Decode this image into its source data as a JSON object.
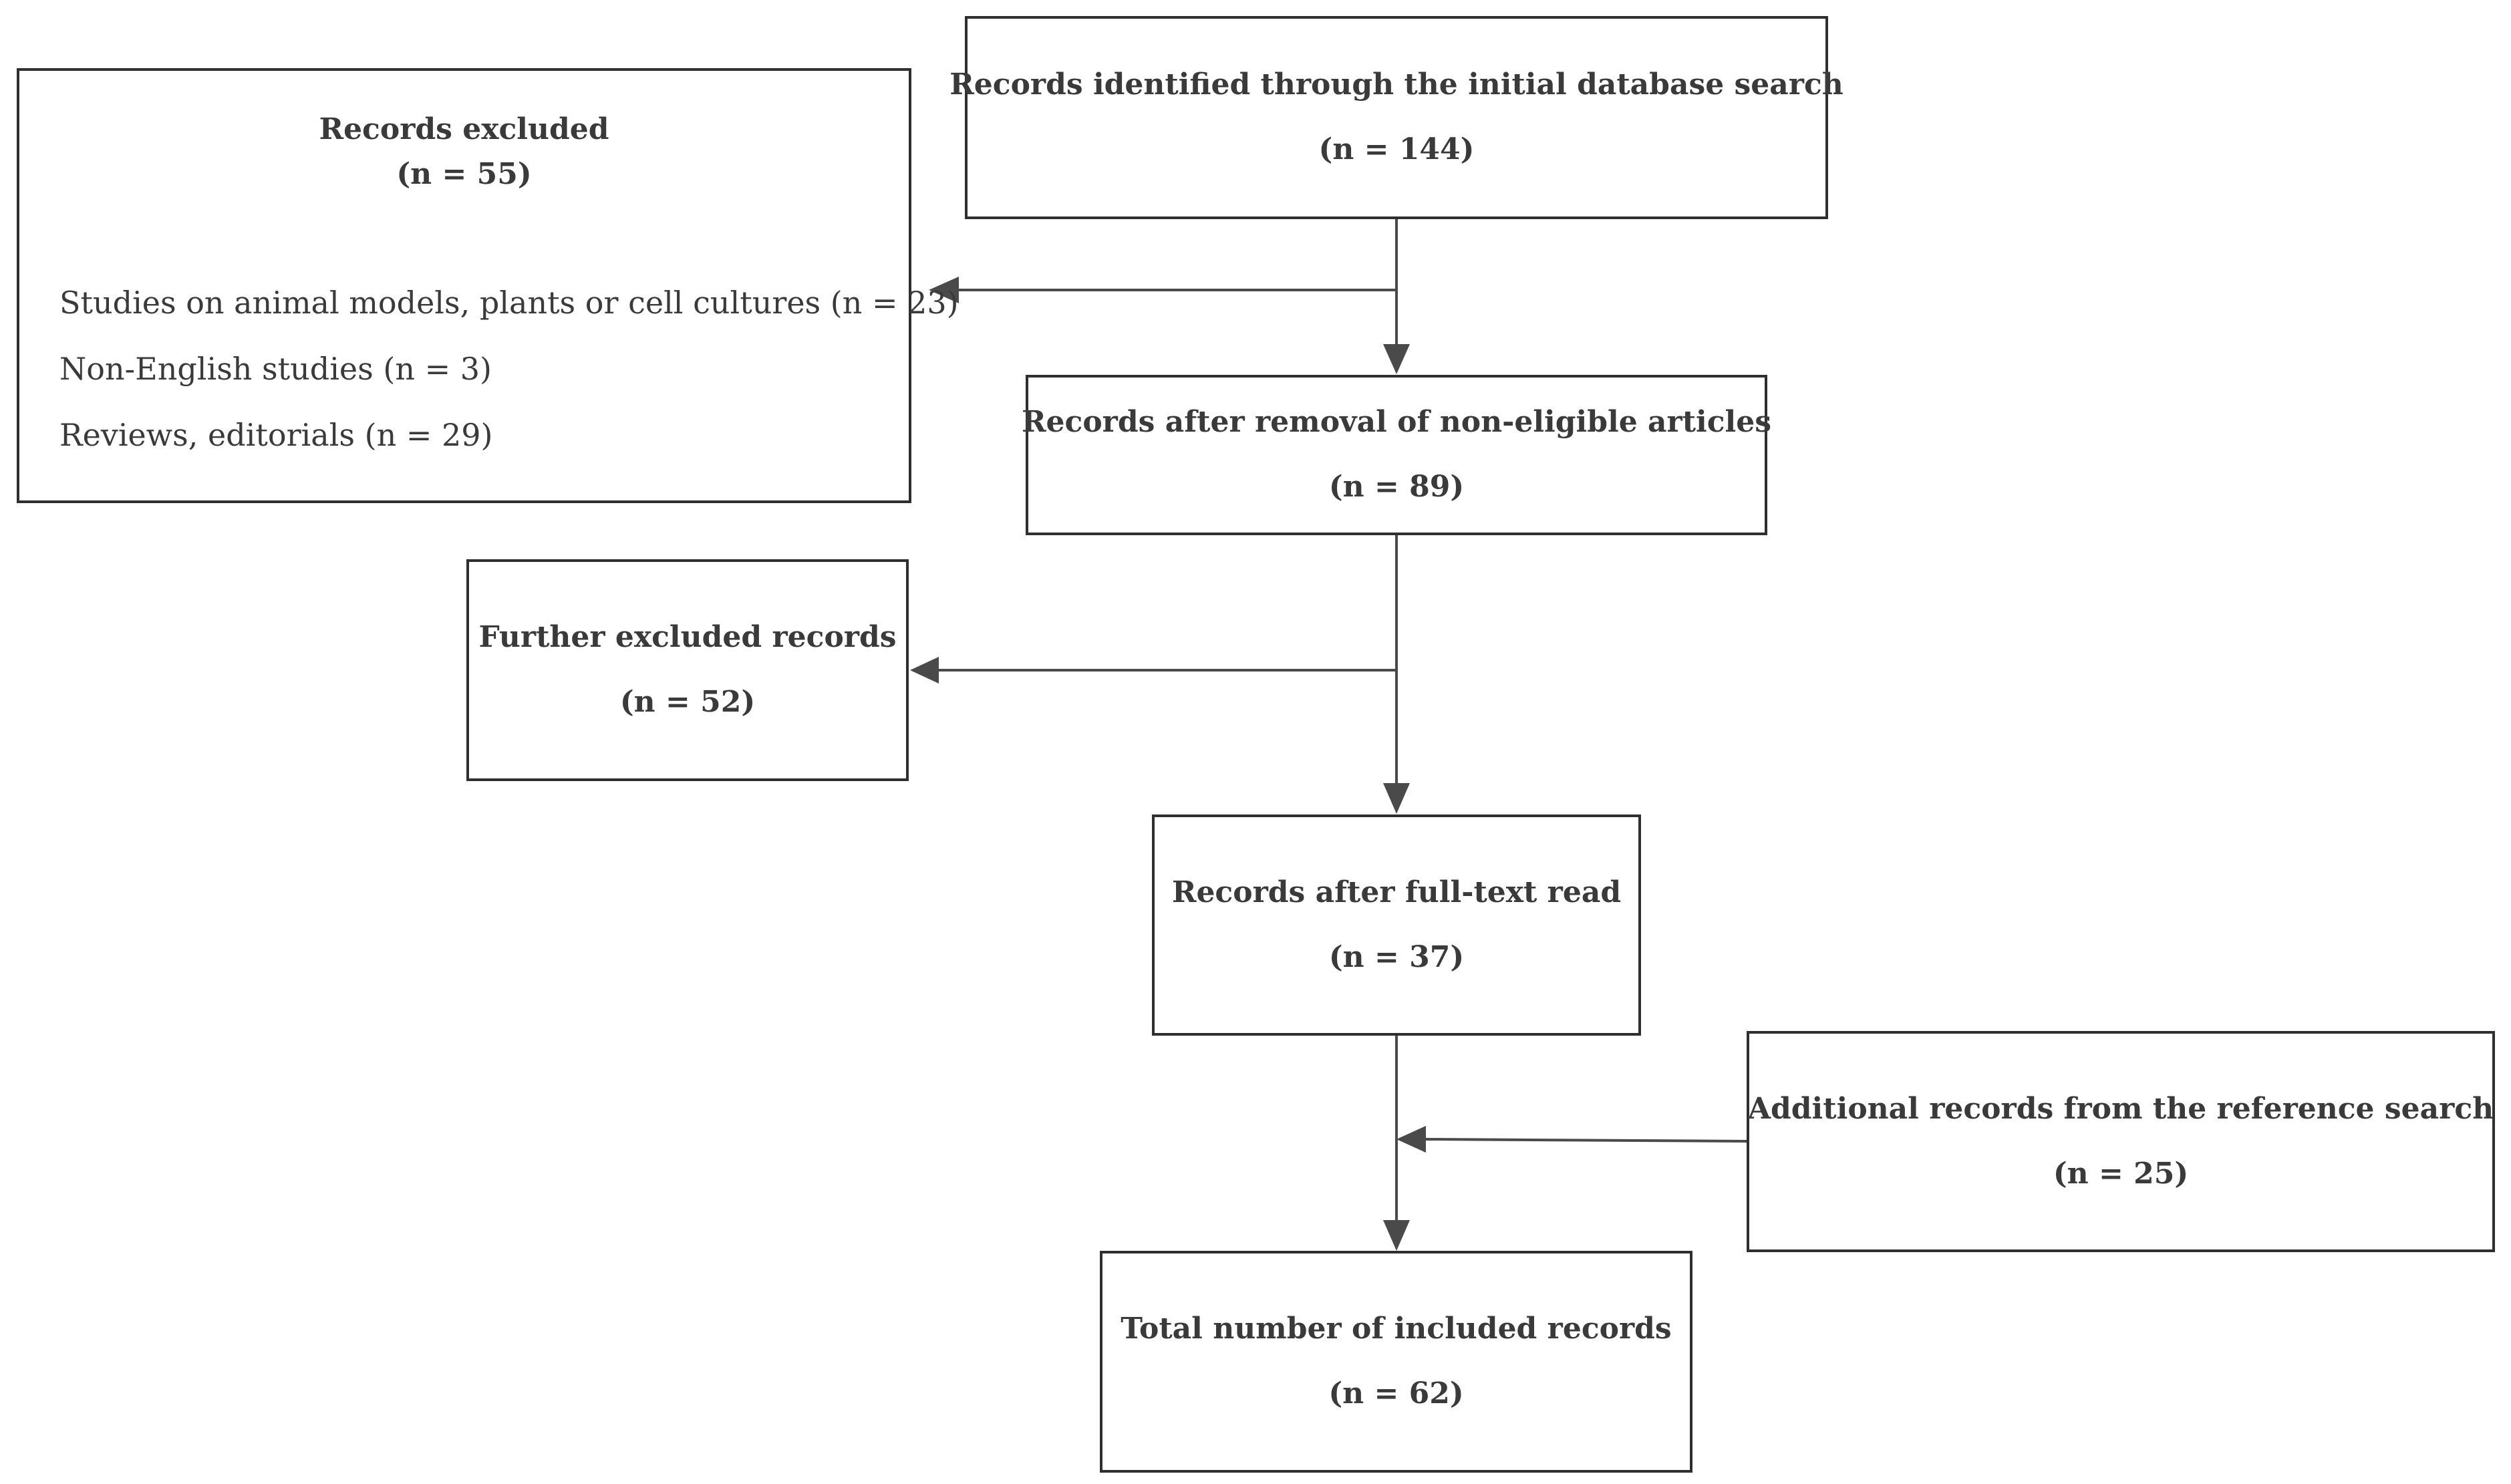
{
  "diagram": {
    "initial": {
      "label": "Records identified through the initial database search",
      "count": "(n = 144)"
    },
    "excluded": {
      "label": "Records excluded",
      "count": "(n = 55)",
      "reasons": [
        "Studies on animal models, plants or cell cultures (n = 23)",
        "Non-English studies (n = 3)",
        "Reviews, editorials (n = 29)"
      ]
    },
    "after_removal": {
      "label": "Records after removal of non-eligible articles",
      "count": "(n = 89)"
    },
    "further_excluded": {
      "label": "Further excluded records",
      "count": "(n = 52)"
    },
    "after_fulltext": {
      "label": "Records after full-text read",
      "count": "(n = 37)"
    },
    "additional": {
      "label": "Additional records from the reference search",
      "count": "(n = 25)"
    },
    "total": {
      "label": "Total number of included records",
      "count": "(n = 62)"
    }
  }
}
